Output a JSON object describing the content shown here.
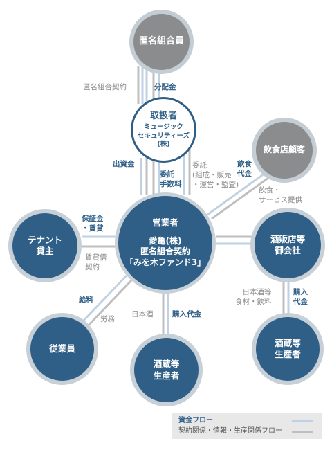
{
  "nodes": {
    "anonymous_partners": {
      "lines": [
        "匿名組合員"
      ]
    },
    "handler": {
      "title": "取扱者",
      "lines": [
        "ミュージック",
        "セキュリティーズ",
        "(株)"
      ]
    },
    "restaurant_customers": {
      "lines": [
        "飲食店顧客"
      ]
    },
    "operator": {
      "title": "営業者",
      "lines": [
        "愛亀(株)",
        "匿名組合契約",
        "「みを木ファンド3」"
      ]
    },
    "tenant_landlord": {
      "lines": [
        "テナント",
        "貸主"
      ]
    },
    "liquor_store": {
      "lines": [
        "酒販店等",
        "御会社"
      ]
    },
    "employees": {
      "lines": [
        "従業員"
      ]
    },
    "brewery_bottom": {
      "lines": [
        "酒蔵等",
        "生産者"
      ]
    },
    "brewery_right": {
      "lines": [
        "酒蔵等",
        "生産者"
      ]
    }
  },
  "labels": {
    "contract_anonymous": [
      "匿名組合契約"
    ],
    "dividend": [
      "分配金"
    ],
    "investment": [
      "出資金"
    ],
    "commission_fee": [
      "委託",
      "手数料"
    ],
    "entrust_tasks": [
      "委託",
      "(組成・販売",
      "・運営・監査)"
    ],
    "food_payment": [
      "飲食",
      "代金"
    ],
    "food_service": [
      "飲食・",
      "サービス提供"
    ],
    "deposit_rent": [
      "保証金",
      "・賃貸"
    ],
    "lease_contract": [
      "賃貸借",
      "契約"
    ],
    "salary": [
      "給料"
    ],
    "labor": [
      "労務"
    ],
    "sake_bottom": [
      "日本酒"
    ],
    "purchase_bottom": [
      "購入代金"
    ],
    "sake_food_drink": [
      "日本酒等",
      "食材・飲料"
    ],
    "purchase_right": [
      "購入",
      "代金"
    ]
  },
  "legend": {
    "money_flow": "資金フロー",
    "contract_flow": "契約関係・情報・生産関係フロー"
  },
  "colors": {
    "node_blue": "#2f5f86",
    "node_gray": "#8b8c8e",
    "money_line": "#bfd2e4",
    "contract_line": "#bfbfbf",
    "money_text": "#2f5f86",
    "info_text": "#8a8a8a"
  }
}
